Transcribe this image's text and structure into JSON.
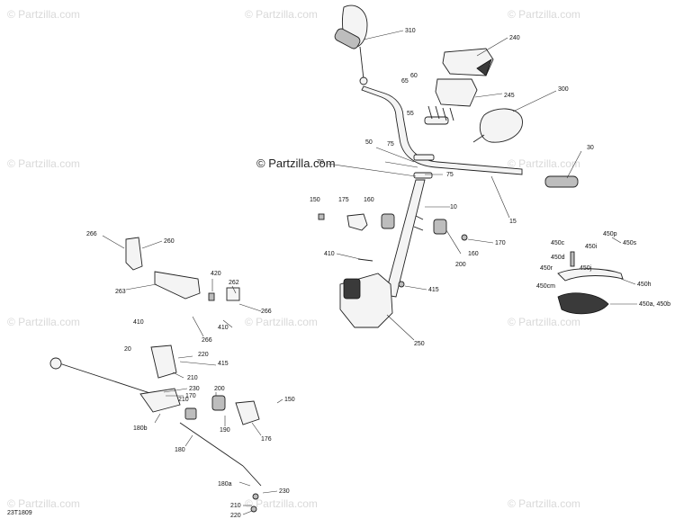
{
  "watermarks": {
    "main": "© Partzilla.com",
    "faint": "© Partzilla.com"
  },
  "diagram_code": "23T1809",
  "callouts": [
    "310",
    "240",
    "65",
    "60",
    "245",
    "300",
    "55",
    "50",
    "75",
    "70",
    "75",
    "30",
    "150",
    "175",
    "160",
    "10",
    "15",
    "170",
    "160",
    "200",
    "410",
    "415",
    "250",
    "266",
    "260",
    "263",
    "420",
    "262",
    "266",
    "410",
    "266",
    "410",
    "20",
    "220",
    "415",
    "210",
    "230",
    "210",
    "200",
    "170",
    "150",
    "180b",
    "190",
    "176",
    "180",
    "180a",
    "230",
    "210",
    "220",
    "450p",
    "450c",
    "450i",
    "450s",
    "450d",
    "450r",
    "450j",
    "450h",
    "450cm",
    "450a, 450b"
  ]
}
